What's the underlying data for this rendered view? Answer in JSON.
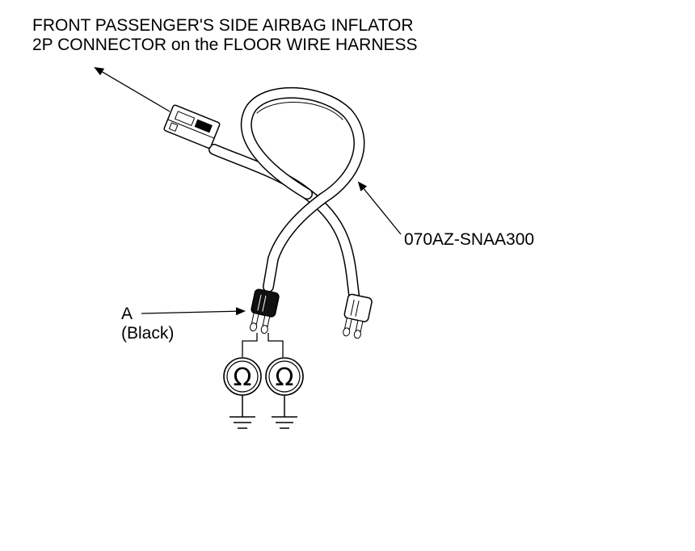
{
  "callouts": {
    "connector_line1": "FRONT PASSENGER'S SIDE AIRBAG INFLATOR",
    "connector_line2": "2P CONNECTOR on the FLOOR WIRE HARNESS",
    "tool_part_number": "070AZ-SNAA300",
    "connector_a_letter": "A",
    "connector_a_color": "(Black)"
  },
  "meters": [
    {
      "symbol": "Ω"
    },
    {
      "symbol": "Ω"
    }
  ],
  "icons": [
    "ohmmeter-icon",
    "ground-icon",
    "connector-icon"
  ]
}
